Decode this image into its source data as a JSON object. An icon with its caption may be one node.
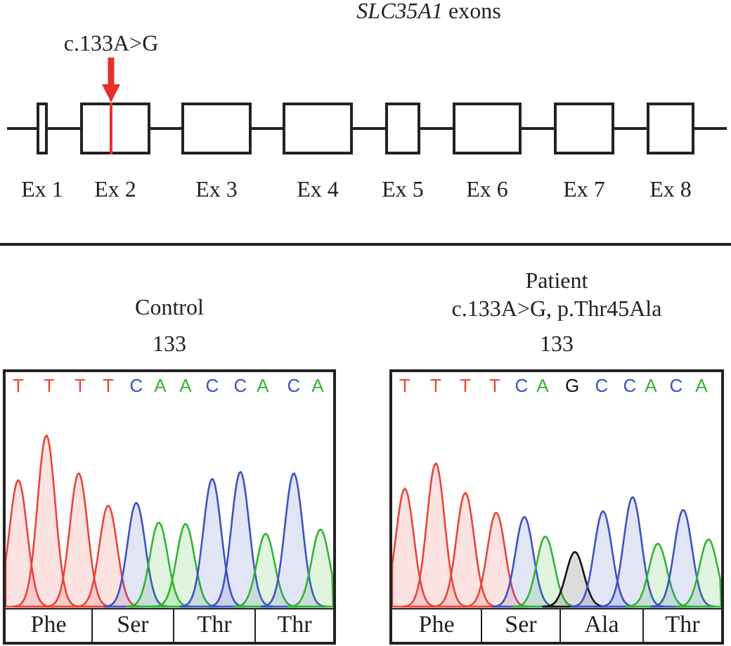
{
  "diagram": {
    "title": "*SLC35A1* exons",
    "nodes": [
      {
        "text": [
          "c.133A>G"
        ]
      },
      {
        "text": [],
        "shape": "box",
        "beside": [
          "Ex 1"
        ]
      },
      {
        "text": [],
        "shape": "box",
        "beside": [
          "Ex 2"
        ]
      },
      {
        "text": [],
        "shape": "box",
        "beside": [
          "Ex 3"
        ]
      },
      {
        "text": [],
        "shape": "box",
        "beside": [
          "Ex 4"
        ]
      },
      {
        "text": [],
        "shape": "box",
        "beside": [
          "Ex 5"
        ]
      },
      {
        "text": [],
        "shape": "box",
        "beside": [
          "Ex 6"
        ]
      },
      {
        "text": [],
        "shape": "box",
        "beside": [
          "Ex 7"
        ]
      },
      {
        "text": [],
        "shape": "box",
        "beside": [
          "Ex 8"
        ]
      },
      {
        "text": [],
        "shape": "line",
        "in": 2
      },
      {
        "text": [
          "Control",
          "133"
        ]
      },
      {
        "text": [
          "Phe"
        ],
        "in": 10
      },
      {
        "text": [
          "Ser"
        ],
        "in": 10
      },
      {
        "text": [
          "Thr"
        ],
        "in": 10
      },
      {
        "text": [
          "Thr"
        ],
        "in": 10
      },
      {
        "text": [
          "Patient",
          "c.133A>G, p.Thr45Ala",
          "133"
        ]
      },
      {
        "text": [
          "Phe"
        ],
        "in": 15
      },
      {
        "text": [
          "Ser"
        ],
        "in": 15
      },
      {
        "text": [
          "Ala"
        ],
        "in": 15
      },
      {
        "text": [
          "Thr"
        ],
        "in": 15
      }
    ],
    "edges": [
      {
        "from": null,
        "to": 1,
        "arrow": "none"
      },
      {
        "from": 1,
        "to": 2,
        "arrow": "none"
      },
      {
        "from": 2,
        "to": 3,
        "arrow": "none"
      },
      {
        "from": 3,
        "to": 4,
        "arrow": "none"
      },
      {
        "from": 4,
        "to": 5,
        "arrow": "none"
      },
      {
        "from": 5,
        "to": 6,
        "arrow": "none"
      },
      {
        "from": 6,
        "to": 7,
        "arrow": "none"
      },
      {
        "from": 7,
        "to": 8,
        "arrow": "none"
      },
      {
        "from": 8,
        "to": null,
        "arrow": "none"
      },
      {
        "from": 0,
        "to": 9,
        "arrow": "to",
        "style": "thick",
        "color": "#e8302a"
      }
    ],
    "labels": [
      "T",
      "T",
      "T",
      "T",
      "C",
      "A",
      "A",
      "C",
      "C",
      "A",
      "C",
      "A",
      "T",
      "T",
      "T",
      "T",
      "C",
      "A",
      "G",
      "C",
      "C",
      "A",
      "C",
      "A"
    ]
  }
}
